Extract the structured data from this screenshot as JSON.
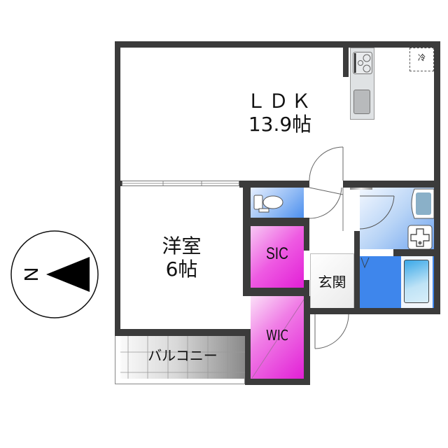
{
  "floorplan": {
    "rooms": {
      "ldk": {
        "name": "ＬＤＫ",
        "area": "13.9帖"
      },
      "western_room": {
        "name": "洋室",
        "area": "6帖"
      },
      "sic": {
        "name": "SIC"
      },
      "wic": {
        "name": "WIC"
      },
      "entrance": {
        "name": "玄関"
      },
      "balcony": {
        "name": "バルコニー"
      }
    },
    "fridge_label": "冷",
    "compass": {
      "direction_label": "N",
      "orientation": "north-left"
    },
    "colors": {
      "wall": "#3b3b3b",
      "closet_magenta": "#e21fd6",
      "bath_blue": "#3e86ec",
      "sink_light_blue": "#b8d4f6",
      "toilet_blue": "#5d9cf0",
      "entrance_grey": "#f0f0f0",
      "kitchen_grey": "#dfe2e4"
    }
  }
}
